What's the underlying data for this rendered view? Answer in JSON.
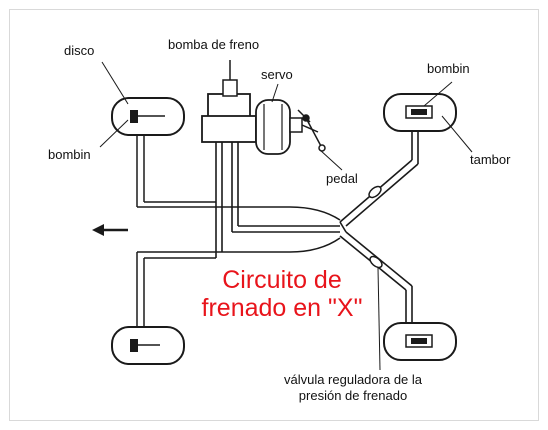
{
  "labels": {
    "disco": "disco",
    "bombin_left": "bombin",
    "bomba_de_freno": "bomba de freno",
    "servo": "servo",
    "pedal": "pedal",
    "bombin_right": "bombin",
    "tambor": "tambor"
  },
  "title": {
    "line1": "Circuito de",
    "line2": "frenado en \"X\""
  },
  "valve_note": {
    "line1": "válvula reguladora de la",
    "line2": "presión de frenado"
  },
  "colors": {
    "title": "#e8141b",
    "lines": "#1a1a1a",
    "pipe_fill": "#ffffff"
  }
}
